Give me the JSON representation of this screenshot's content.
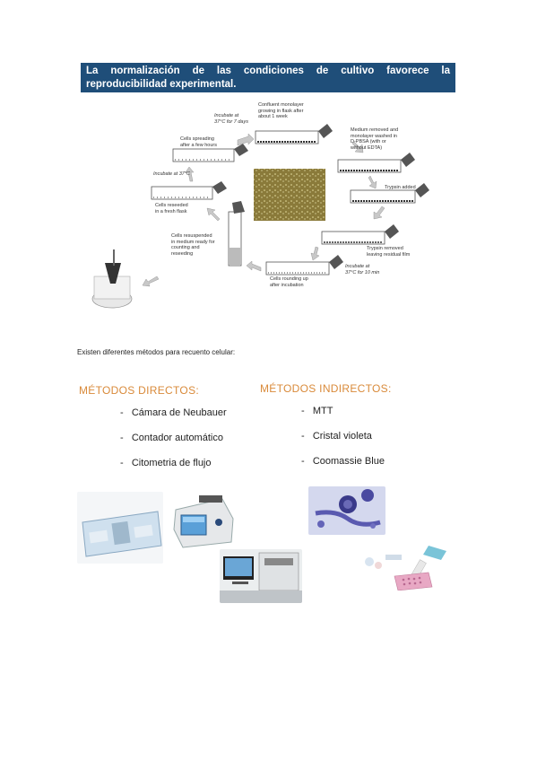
{
  "banner": {
    "line1": "La normalización de las condiciones de cultivo favorece la",
    "line2": "reproducibilidad experimental."
  },
  "diagram": {
    "labels": {
      "incubate7": "Incubate at\n37°C for 7 days",
      "confluent": "Confluent monolayer\ngrowing in flask after\nabout 1 week",
      "spreading": "Cells spreading\nafter a few hours",
      "medium_removed": "Medium removed and\nmonolayer washed in\nD-PBSA (with or\nwithout EDTA)",
      "incubate37": "Incubate at 37°C",
      "trypsin_added": "Trypsin added",
      "reseeded": "Cells reseeded\nin a fresh flask",
      "resuspended": "Cells resuspended\nin medium ready for\ncounting and\nreseeding",
      "trypsin_removed": "Trypsin removed\nleaving residual film",
      "incubate10": "Incubate at\n37°C for 10 min",
      "rounding": "Cells rounding up\nafter incubation"
    }
  },
  "intro_text": "Existen diferentes métodos para recuento celular:",
  "direct": {
    "heading": "MÉTODOS DIRECTOS:",
    "items": [
      "Cámara de Neubauer",
      "Contador automático",
      "Citometria de flujo"
    ]
  },
  "indirect": {
    "heading": "MÉTODOS INDIRECTOS:",
    "items": [
      "MTT",
      "Cristal violeta",
      "Coomassie Blue"
    ]
  }
}
